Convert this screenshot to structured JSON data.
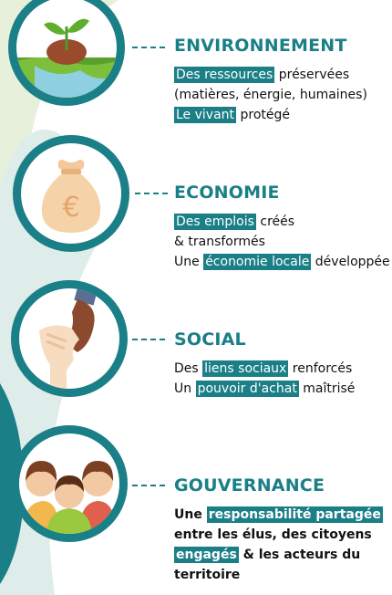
{
  "sections": [
    {
      "title": "ENVIRONNEMENT",
      "icon": "plant-globe-icon",
      "lines": [
        {
          "hl": "Des ressources",
          "text": " préservées"
        },
        {
          "hl": "",
          "text": "(matières, énergie, humaines)"
        },
        {
          "hl": "Le vivant",
          "text": " protégé"
        }
      ]
    },
    {
      "title": "ECONOMIE",
      "icon": "money-bag-euro-icon",
      "lines": [
        {
          "hl": "Des emplois",
          "text": " créés"
        },
        {
          "hl": "",
          "text": "& transformés"
        },
        {
          "pre": "Une ",
          "hl": "économie locale",
          "text": " développée"
        }
      ]
    },
    {
      "title": "SOCIAL",
      "icon": "handshake-icon",
      "lines": [
        {
          "pre": "Des ",
          "hl": "liens sociaux",
          "text": " renforcés"
        },
        {
          "pre": "Un ",
          "hl": "pouvoir d'achat",
          "text": " maîtrisé"
        }
      ]
    },
    {
      "title": "GOUVERNANCE",
      "icon": "group-people-icon",
      "lines": [
        {
          "pre": "Une ",
          "hl": "responsabilité partagée",
          "text": ""
        },
        {
          "pre": "entre les élus, des citoyens",
          "hl": "",
          "text": ""
        },
        {
          "pre": "",
          "hl": "engagés",
          "text": " & les acteurs du"
        },
        {
          "pre": "territoire",
          "hl": "",
          "text": ""
        }
      ]
    }
  ],
  "colors": {
    "accent": "#1a7f86",
    "light_green": "#cfe3b5",
    "pale_teal": "#deecea"
  }
}
